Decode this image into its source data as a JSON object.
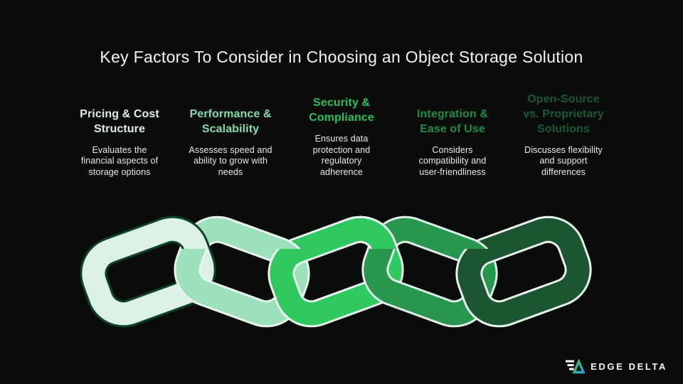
{
  "title": "Key Factors To Consider in Choosing an Object Storage Solution",
  "factors": [
    {
      "heading": "Pricing & Cost\nStructure",
      "description": "Evaluates the\nfinancial aspects of\nstorage options",
      "accent": "#ddf0e4"
    },
    {
      "heading": "Performance &\nScalability",
      "description": "Assesses speed and\nability to grow with\nneeds",
      "accent": "#85ddae"
    },
    {
      "heading": "Security &\nCompliance",
      "description": "Ensures data\nprotection and\nregulatory\nadherence",
      "accent": "#2dbd5e"
    },
    {
      "heading": "Integration &\nEase of Use",
      "description": "Considers\ncompatibility and\nuser-friendliness",
      "accent": "#1f8b49"
    },
    {
      "heading": "Open-Source\nvs. Proprietary\nSolutions",
      "description": "Discusses flexibility\nand support\ndifferences",
      "accent": "#1d5733"
    }
  ],
  "chain": {
    "links": [
      {
        "name": "pricing",
        "fill": "#def1e6",
        "outline": "#0d4426"
      },
      {
        "name": "performance",
        "fill": "#9ce0bc",
        "outline": "#e9f4ee"
      },
      {
        "name": "security",
        "fill": "#2fc95f",
        "outline": "#e9f4ee"
      },
      {
        "name": "integration",
        "fill": "#27964e",
        "outline": "#dfeee6"
      },
      {
        "name": "open-source",
        "fill": "#1b5531",
        "outline": "#e9f4ee"
      }
    ]
  },
  "logo": {
    "text": "EDGE DELTA",
    "bar_color": "#ffffff",
    "triangle_green": "#43c159",
    "triangle_blue": "#2aa0e0"
  },
  "colors": {
    "background": "#0a0c0a",
    "title": "#f4f6f4",
    "body_text": "#e8ebe8"
  }
}
